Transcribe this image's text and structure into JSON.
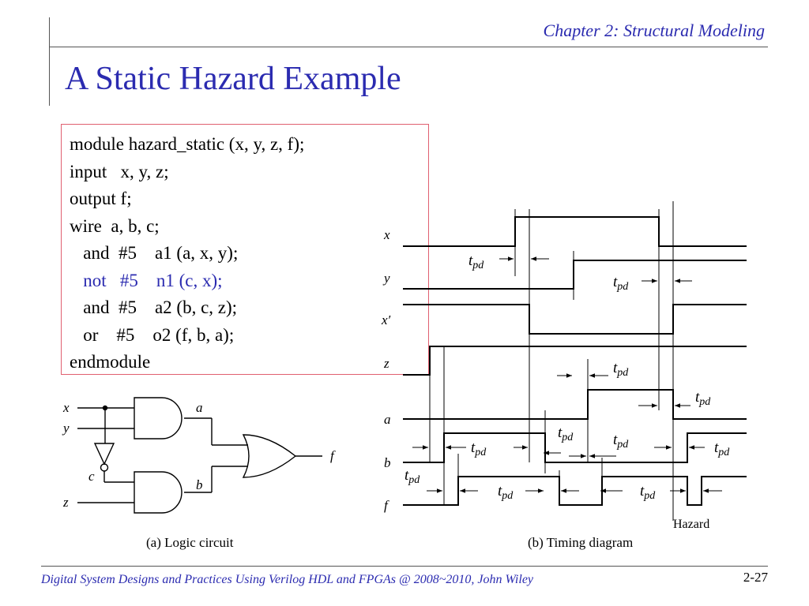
{
  "header": {
    "chapter": "Chapter 2: Structural Modeling"
  },
  "title": "A Static Hazard Example",
  "code": {
    "lines": [
      "module hazard_static (x, y, z, f);",
      "input   x, y, z;",
      "output f;",
      "wire  a, b, c;",
      "   and  #5    a1 (a, x, y);",
      "   not   #5    n1 (c, x);",
      "   and  #5    a2 (b, c, z);",
      "   or    #5    o2 (f, b, a);",
      "endmodule"
    ],
    "highlight_color": "#2b2bb0"
  },
  "circuit": {
    "labels": {
      "x": "x",
      "y": "y",
      "c": "c",
      "z": "z",
      "a": "a",
      "b": "b",
      "f": "f"
    },
    "caption": "(a) Logic circuit"
  },
  "timing": {
    "signals": {
      "x": "x",
      "y": "y",
      "xp": "x′",
      "z": "z",
      "a": "a",
      "b": "b",
      "f": "f"
    },
    "tpd_t": "t",
    "tpd_sub": "pd",
    "hazard": "Hazard",
    "caption": "(b) Timing diagram"
  },
  "footer": {
    "text": "Digital System Designs and Practices Using Verilog HDL and FPGAs @ 2008~2010, John Wiley",
    "page": "2-27"
  }
}
